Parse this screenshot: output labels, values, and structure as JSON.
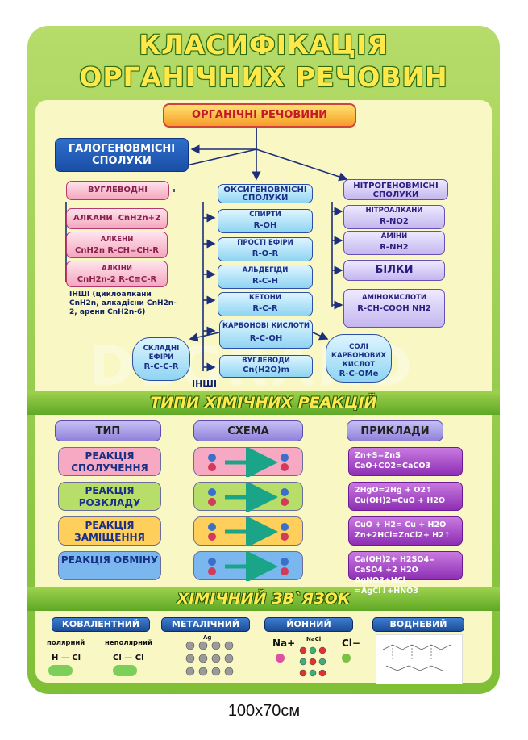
{
  "title": {
    "line1": "КЛАСИФІКАЦІЯ",
    "line2": "ОРГАНІЧНИХ РЕЧОВИН"
  },
  "root": "ОРГАНІЧНІ РЕЧОВИНИ",
  "halogen": "ГАЛОГЕНОВМІСНІ СПОЛУКИ",
  "hydrocarbons": {
    "header": "ВУГЛЕВОДНІ",
    "items": [
      {
        "label": "АЛКАНИ",
        "formula": "CnH2n+2"
      },
      {
        "label": "АЛКЕНИ",
        "formula": "CnH2n  R-CH=CH-R"
      },
      {
        "label": "АЛКІНИ",
        "formula": "CnH2n-2  R-C≡C-R"
      }
    ],
    "other": "ІНШІ (циклоалкани CnH2n, алкадієни CnH2n-2, арени CnH2n-6)"
  },
  "oxygen": {
    "header": "ОКСИГЕНОВМІСНІ СПОЛУКИ",
    "items": [
      {
        "label": "СПИРТИ",
        "formula": "R-OH"
      },
      {
        "label": "ПРОСТІ ЕФІРИ",
        "formula": "R-O-R"
      },
      {
        "label": "АЛЬДЕГІДИ",
        "formula": "R-C-H"
      },
      {
        "label": "КЕТОНИ",
        "formula": "R-C-R"
      },
      {
        "label": "КАРБОНОВІ КИСЛОТИ",
        "formula": "R-C-OH"
      },
      {
        "label": "ВУГЛЕВОДИ",
        "formula": "Cn(H2O)m"
      }
    ],
    "esters": {
      "label": "СКЛАДНІ ЕФІРИ",
      "formula": "R-C-C-R"
    },
    "salts": {
      "label": "СОЛІ КАРБОНОВИХ КИСЛОТ",
      "formula": "R-C-OMe"
    },
    "other": "ІНШІ"
  },
  "nitrogen": {
    "header": "НІТРОГЕНОВМІСНІ СПОЛУКИ",
    "items": [
      {
        "label": "НІТРОАЛКАНИ",
        "formula": "R-NO2"
      },
      {
        "label": "АМІНИ",
        "formula": "R-NH2"
      },
      {
        "label": "БІЛКИ",
        "formula": ""
      },
      {
        "label": "АМІНОКИСЛОТИ",
        "formula": "R-CH-COOH NH2"
      }
    ]
  },
  "reactions": {
    "band": "ТИПИ ХІМІЧНИХ РЕАКЦІЙ",
    "columns": [
      "ТИП",
      "СХЕМА",
      "ПРИКЛАДИ"
    ],
    "rows": [
      {
        "type": "РЕАКЦІЯ СПОЛУЧЕННЯ",
        "ex1": "Zn+S=ZnS",
        "ex2": "CaO+CO2=CaCO3",
        "color": "#f7a9c4"
      },
      {
        "type": "РЕАКЦІЯ РОЗКЛАДУ",
        "ex1": "2HgO=2Hg + O2↑",
        "ex2": "Cu(OH)2=CuO + H2O",
        "color": "#b8de6a"
      },
      {
        "type": "РЕАКЦІЯ ЗАМІЩЕННЯ",
        "ex1": "CuO + H2= Cu + H2O",
        "ex2": "Zn+2HCl=ZnCl2+ H2↑",
        "color": "#ffcf5c"
      },
      {
        "type": "РЕАКЦІЯ ОБМІНУ",
        "ex1": "Ca(OH)2+ H2SO4= CaSO4 +2 H2O",
        "ex2": "AgNO3+HCl =AgCl↓+HNO3",
        "color": "#79b7ee"
      }
    ]
  },
  "bonds": {
    "band": "ХІМІЧНИЙ ЗВ`ЯЗОК",
    "types": [
      "КОВАЛЕНТНИЙ",
      "МЕТАЛІЧНИЙ",
      "ЙОННИЙ",
      "ВОДНЕВИЙ"
    ],
    "covalent": {
      "polar": "полярний",
      "nonpolar": "неполярний",
      "hcl": "H — Cl",
      "clcl": "Cl — Cl"
    },
    "ionic": {
      "na": "Na+",
      "nacl": "NaCl",
      "cl": "Cl−"
    },
    "metal": "Ag"
  },
  "watermark": "DEGRAND",
  "size_label": "100x70см"
}
